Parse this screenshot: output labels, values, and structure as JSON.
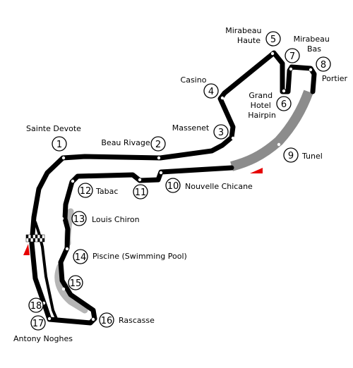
{
  "track": {
    "track_color": "#000000",
    "tunnel_color": "#8c8c8c",
    "runoff_color": "#b5b5b5",
    "flag_color": "#e60000",
    "start_finish": "checkered-flag"
  },
  "corners": [
    {
      "number": "1",
      "name": "Sainte Devote"
    },
    {
      "number": "2",
      "name": "Beau Rivage"
    },
    {
      "number": "3",
      "name": "Massenet"
    },
    {
      "number": "4",
      "name": "Casino"
    },
    {
      "number": "5",
      "name": "Mirabeau Haute"
    },
    {
      "number": "6",
      "name": "Grand Hotel Hairpin"
    },
    {
      "number": "7",
      "name": "Mirabeau Bas"
    },
    {
      "number": "8",
      "name": "Portier"
    },
    {
      "number": "9",
      "name": "Tunel"
    },
    {
      "number": "10",
      "name": "Nouvelle Chicane"
    },
    {
      "number": "11",
      "name": ""
    },
    {
      "number": "12",
      "name": "Tabac"
    },
    {
      "number": "13",
      "name": "Louis Chiron"
    },
    {
      "number": "14",
      "name": "Piscine (Swimming Pool)"
    },
    {
      "number": "15",
      "name": ""
    },
    {
      "number": "16",
      "name": "Rascasse"
    },
    {
      "number": "17",
      "name": "Antony Noghes"
    },
    {
      "number": "18",
      "name": ""
    }
  ]
}
